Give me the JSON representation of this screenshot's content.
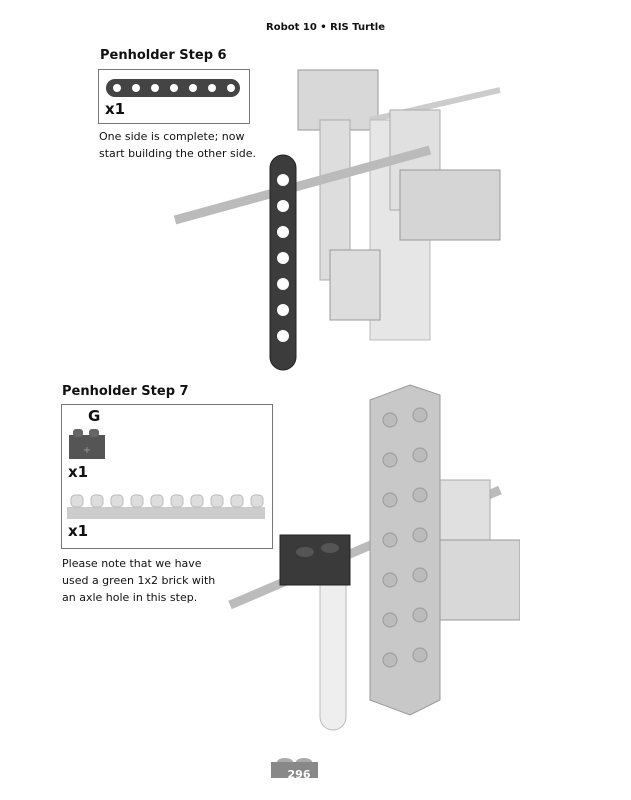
{
  "header": "Robot 10 • RIS Turtle",
  "steps": [
    {
      "title": "Penholder Step 6",
      "parts": [
        {
          "qty": "x1"
        }
      ],
      "note_lines": [
        "One side is complete; now",
        "start building the other side."
      ]
    },
    {
      "title": "Penholder Step 7",
      "parts": [
        {
          "color_code": "G",
          "qty": "x1"
        },
        {
          "qty": "x1"
        }
      ],
      "note_lines": [
        "Please note that we have",
        "used a green 1x2 brick with",
        "an axle hole in this step."
      ]
    }
  ],
  "page_number": "296"
}
